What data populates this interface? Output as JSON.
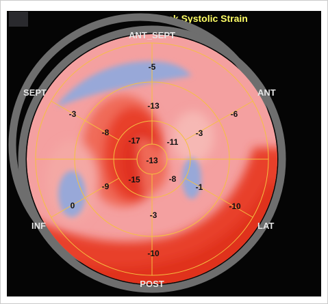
{
  "title": "Peak Systolic Strain",
  "wall_labels": {
    "ant_sept": "ANT_SEPT",
    "ant": "ANT",
    "lat": "LAT",
    "post": "POST",
    "inf": "INF",
    "sept": "SEPT"
  },
  "segments": {
    "basal": [
      "-5",
      "-6",
      "-10",
      "-10",
      "0",
      "-3"
    ],
    "mid": [
      "-13",
      "-3",
      "-1",
      "-3",
      "-9",
      "-8"
    ],
    "apical": [
      "-11",
      "-8",
      "-15",
      "-17"
    ],
    "apex": "-13"
  },
  "colors": {
    "outer_ring": "#6e6e6e",
    "grid_lines": "#f5c040",
    "title": "#ffff66",
    "label": "#e6e6e6"
  }
}
